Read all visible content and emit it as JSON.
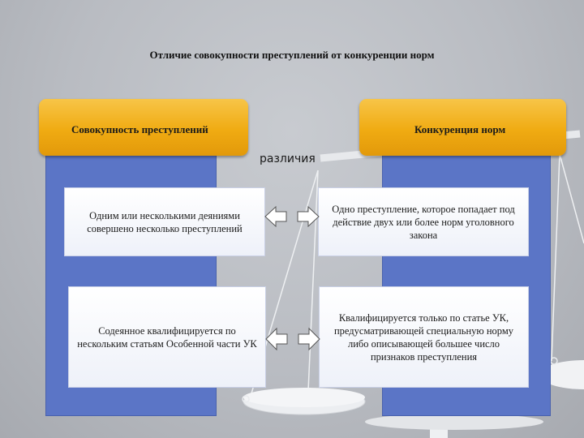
{
  "title": "Отличие совокупности преступлений от конкуренции норм",
  "left_header": "Совокупность преступлений",
  "right_header": "Конкуренция норм",
  "center_label": "различия",
  "rows": [
    {
      "left": "Одним или несколькими деяниями совершено несколько преступлений",
      "right": "Одно преступление, которое попадает под действие двух или более норм уголовного закона"
    },
    {
      "left": "Содеянное квалифицируется по нескольким статьям Особенной части УК",
      "right": "Квалифицируется только по статье УК, предусматривающей специальную норму либо описывающей большее число признаков преступления"
    }
  ],
  "icons": [
    "double-arrow-icon",
    "scales-background"
  ]
}
